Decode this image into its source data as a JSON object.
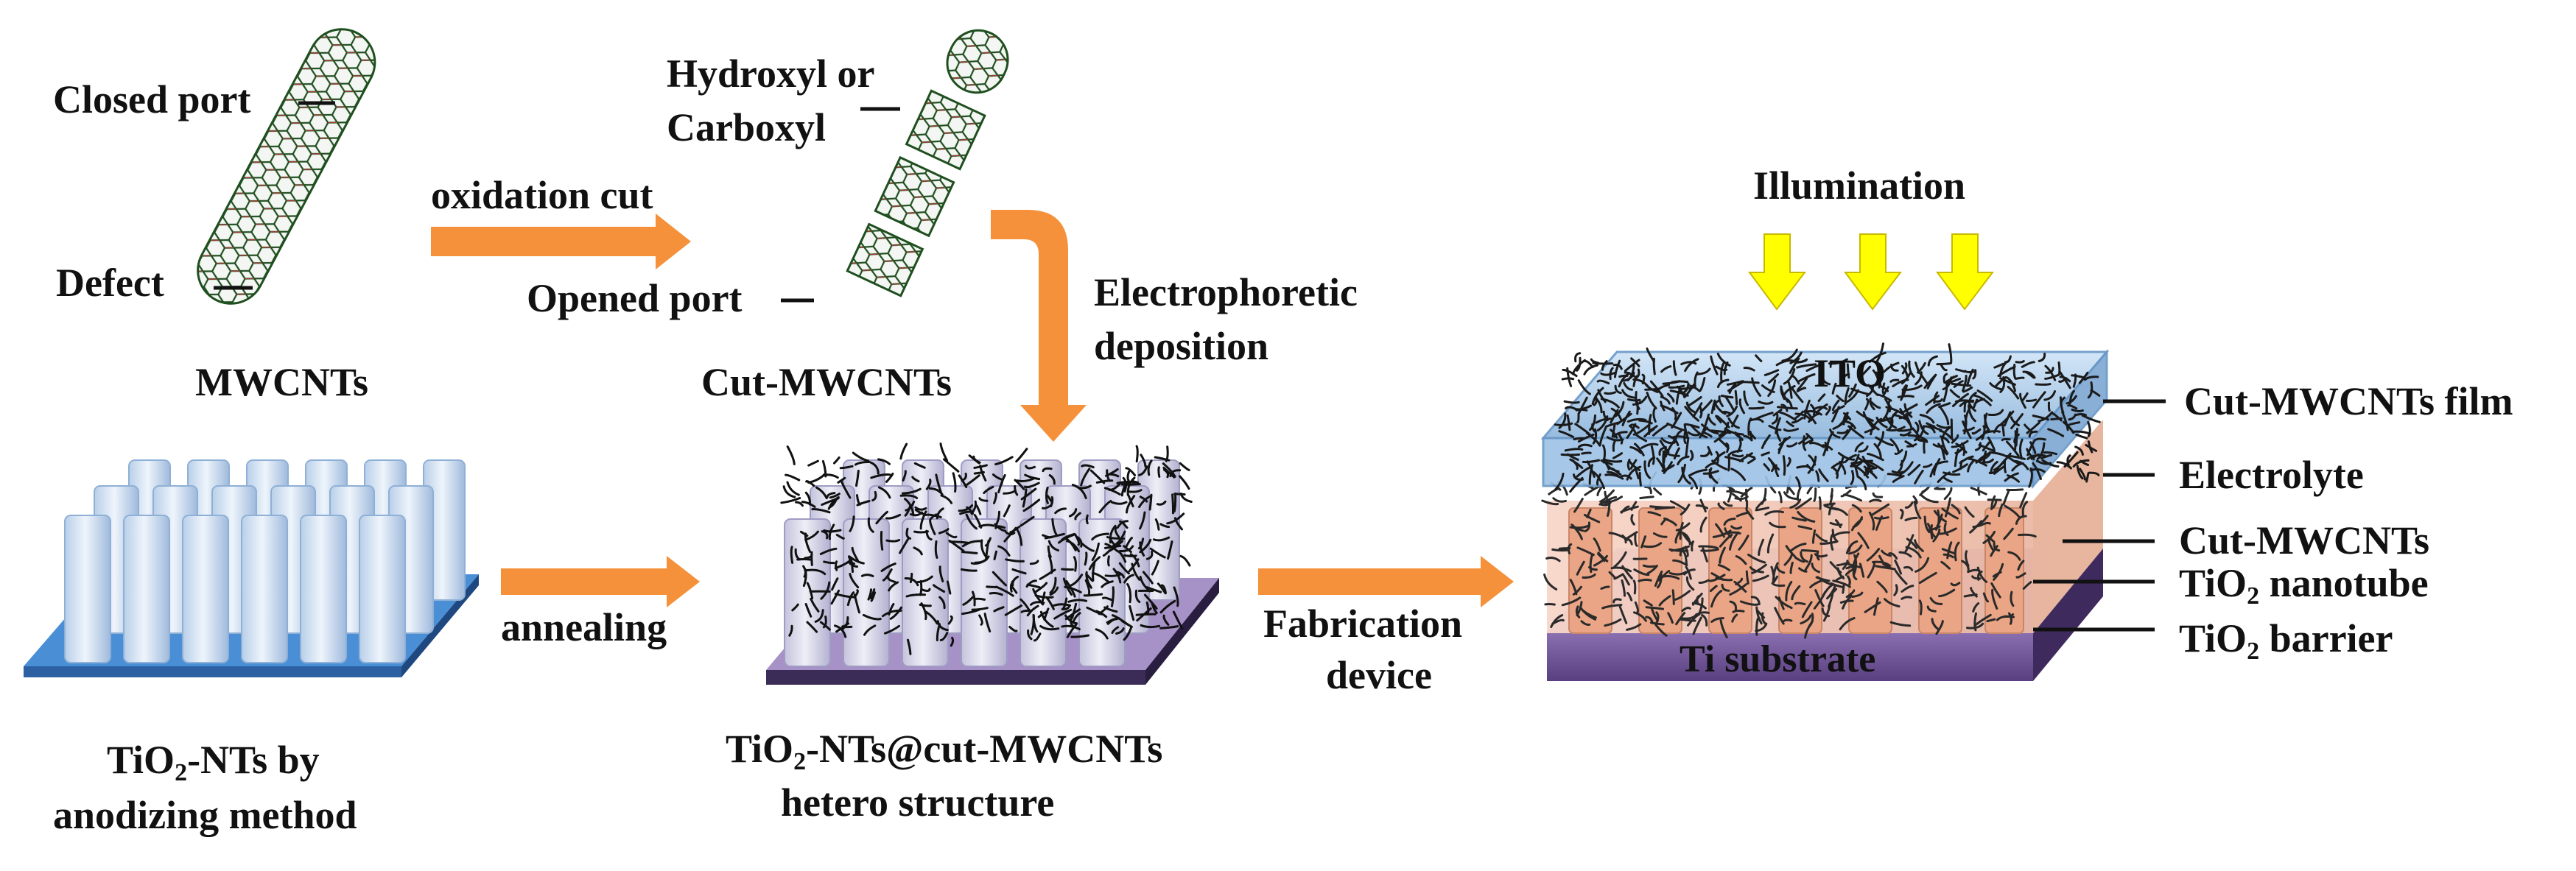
{
  "top_row": {
    "mwcnt": {
      "closed_port": "Closed port",
      "defect": "Defect",
      "caption": "MWCNTs"
    },
    "step_oxidation": "oxidation cut",
    "cut_mwcnt": {
      "functional_line1": "Hydroxyl or",
      "functional_line2": "Carboxyl",
      "opened_port": "Opened port",
      "caption": "Cut-MWCNTs"
    },
    "step_electrophoretic_line1": "Electrophoretic",
    "step_electrophoretic_line2": "deposition"
  },
  "bottom_row": {
    "tio2_nts_line1_pre": "TiO",
    "tio2_nts_line1_sub": "2",
    "tio2_nts_line1_post": "-NTs by",
    "tio2_nts_line2": "anodizing method",
    "step_annealing": "annealing",
    "hetero_line1_pre": "TiO",
    "hetero_line1_sub": "2",
    "hetero_line1_post": "-NTs@cut-MWCNTs",
    "hetero_line2": "hetero structure",
    "step_fabrication_line1": "Fabrication",
    "step_fabrication_line2": "device"
  },
  "device": {
    "illumination": "Illumination",
    "ito": "ITO",
    "ti_substrate": "Ti substrate",
    "layers": {
      "film": "Cut-MWCNTs film",
      "electrolyte": "Electrolyte",
      "cut_mwcnts": "Cut-MWCNTs",
      "nanotube_pre": "TiO",
      "nanotube_sub": "2",
      "nanotube_post": " nanotube",
      "barrier_pre": "TiO",
      "barrier_sub": "2",
      "barrier_post": " barrier"
    }
  },
  "colors": {
    "arrow": "#f4913a",
    "illumination_arrow": "#ffff00",
    "tio2_base_top": "#4a8fd6",
    "tio2_base_side": "#2d5fa3",
    "tube": "#c9dcf2",
    "hetero_base_top": "#a792c7",
    "hetero_base_side": "#3b2b57",
    "ito": "#b9d8f2",
    "electrolyte": "#f3c6b4",
    "ti_substrate": "#7a5c9e",
    "mwcnt_line_green": "#2e6b2e",
    "mwcnt_line_red": "#b43a3a"
  }
}
